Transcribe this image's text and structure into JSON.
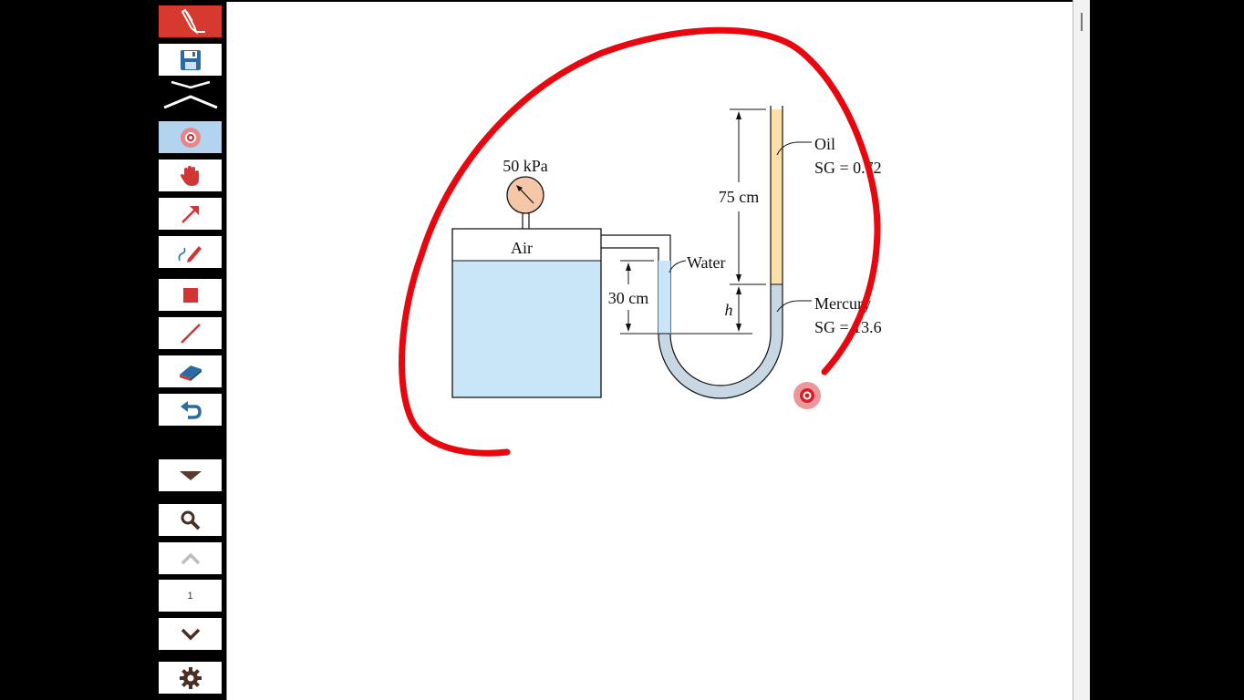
{
  "toolbar": {
    "page_number": "1",
    "tools": [
      "pen-tool",
      "save",
      "collapse",
      "pointer",
      "hand",
      "arrow",
      "freehand",
      "rectangle",
      "line",
      "eraser",
      "undo",
      "dropdown",
      "search",
      "page-up",
      "page-number",
      "page-down",
      "settings"
    ]
  },
  "figure": {
    "gauge_label": "50 kPa",
    "air_label": "Air",
    "water_label": "Water",
    "oil_label": "Oil",
    "oil_sg": "SG = 0.72",
    "mercury_label": "Mercury",
    "mercury_sg": "SG = 13.6",
    "dim_75": "75 cm",
    "dim_30": "30 cm",
    "dim_h": "h"
  },
  "colors": {
    "annotation_red": "#e8060f",
    "water": "#c8e6f8",
    "oil": "#fde0a8",
    "mercury": "#c7d8e4",
    "gauge": "#f5c7a8",
    "brand_red": "#d63a2f"
  }
}
